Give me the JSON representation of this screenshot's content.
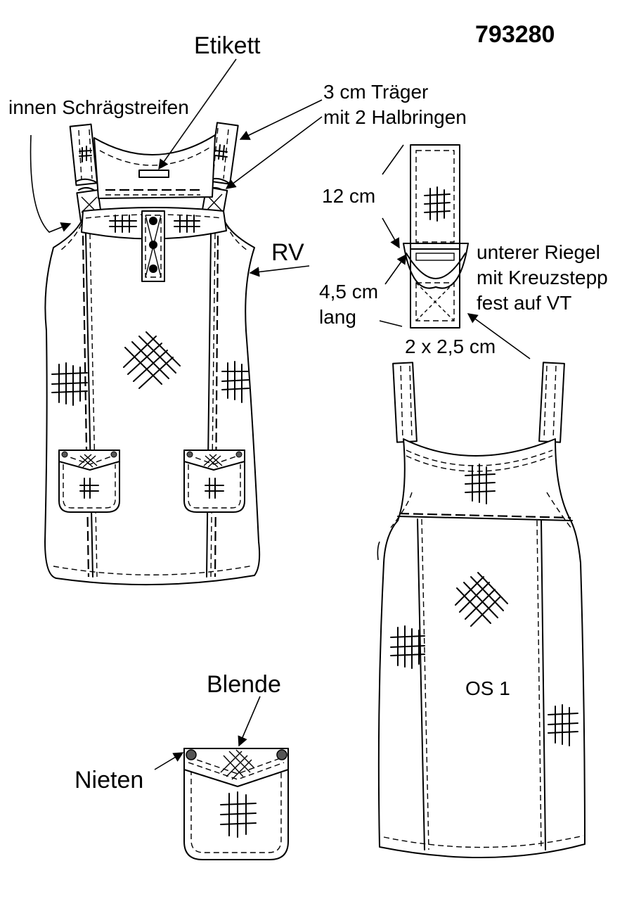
{
  "article_number": "793280",
  "labels": {
    "etikett": "Etikett",
    "schraegstreifen": "innen Schrägstreifen",
    "traeger_line1": "3 cm Träger",
    "traeger_line2": "mit 2 Halbringen",
    "rv": "RV",
    "length_12": "12 cm",
    "length_45_line1": "4,5 cm",
    "length_45_line2": "lang",
    "riegel_line1": "unterer Riegel",
    "riegel_line2": "mit Kreuzstepp",
    "riegel_line3": "fest auf VT",
    "size_2x25": "2 x 2,5 cm",
    "os1": "OS 1",
    "blende": "Blende",
    "nieten": "Nieten"
  }
}
